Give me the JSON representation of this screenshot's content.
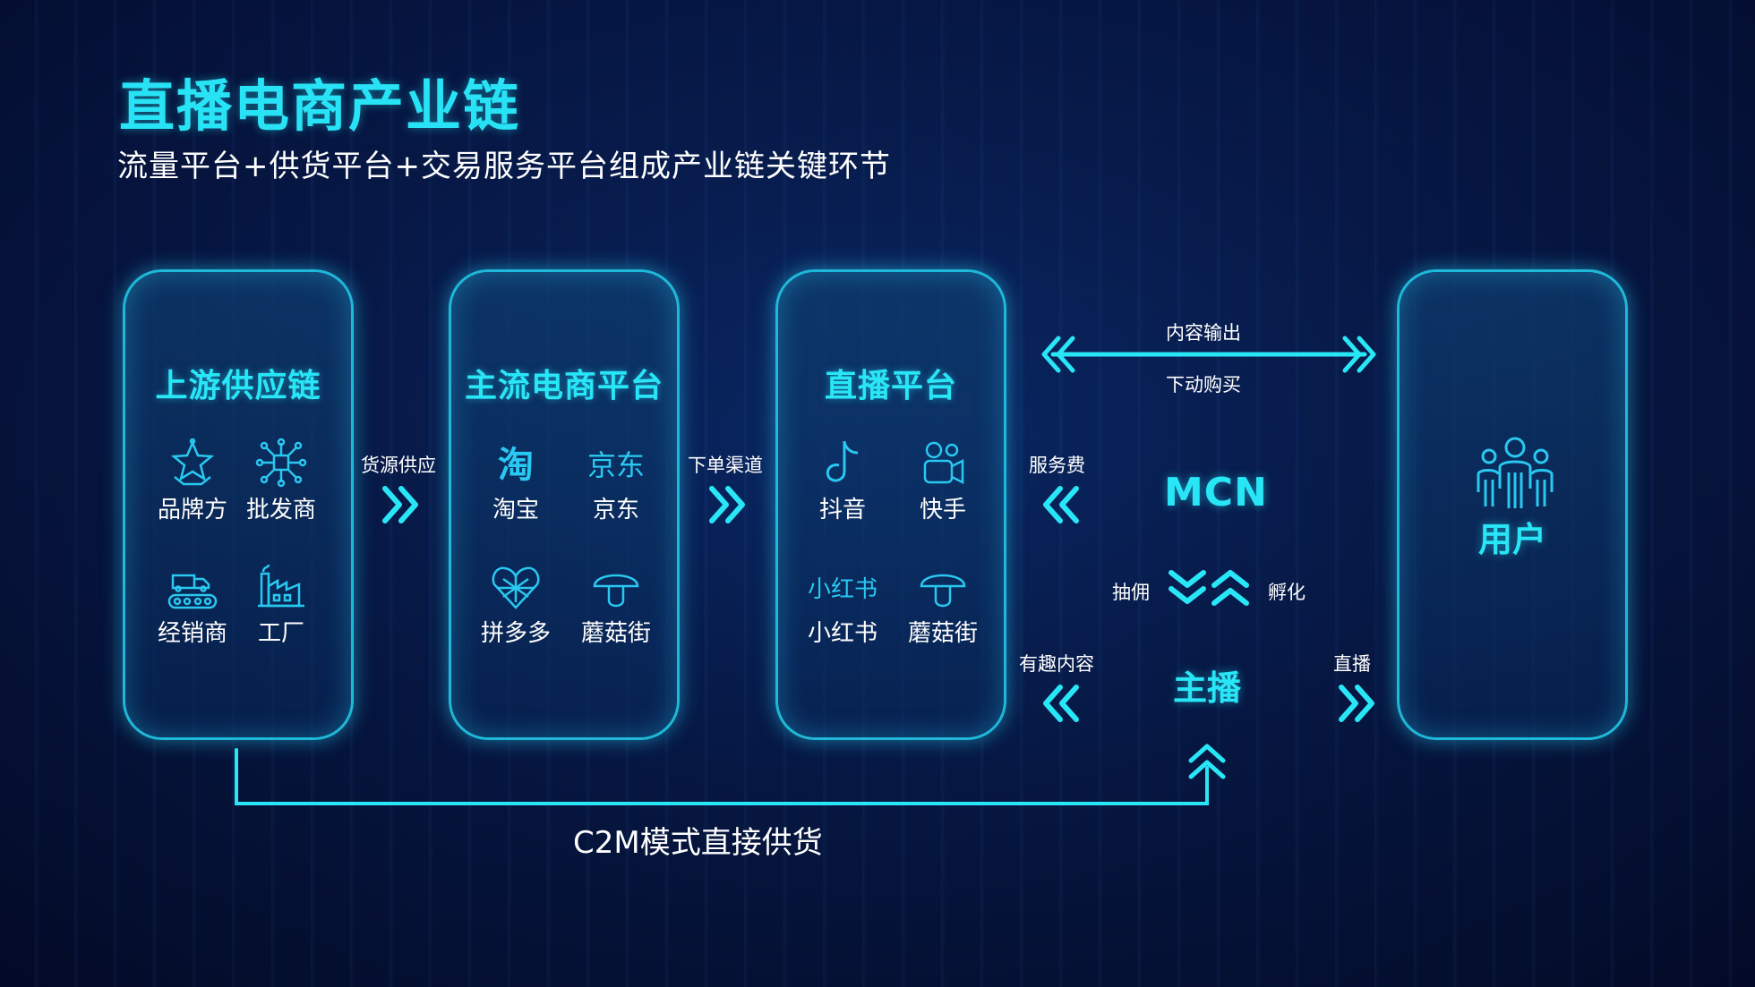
{
  "title": "直播电商产业链",
  "subtitle": "流量平台+供货平台+交易服务平台组成产业链关键环节",
  "colors": {
    "accent": "#29e6f7",
    "background": "#061848",
    "card_border": "#1fb8d8"
  },
  "cards": {
    "upstream": {
      "title": "上游供应链",
      "items": [
        {
          "label": "品牌方",
          "icon": "brand-star-icon"
        },
        {
          "label": "批发商",
          "icon": "wholesale-network-icon"
        },
        {
          "label": "经销商",
          "icon": "truck-conveyor-icon"
        },
        {
          "label": "工厂",
          "icon": "factory-icon"
        }
      ]
    },
    "ecommerce": {
      "title": "主流电商平台",
      "items": [
        {
          "label": "淘宝",
          "icon": "taobao-icon",
          "glyph": "淘"
        },
        {
          "label": "京东",
          "icon": "jd-icon",
          "glyph": "京东"
        },
        {
          "label": "拼多多",
          "icon": "pinduoduo-icon"
        },
        {
          "label": "蘑菇街",
          "icon": "mogujie-icon"
        }
      ]
    },
    "live": {
      "title": "直播平台",
      "items": [
        {
          "label": "抖音",
          "icon": "douyin-icon"
        },
        {
          "label": "快手",
          "icon": "kuaishou-icon"
        },
        {
          "label": "小红书",
          "icon": "xiaohongshu-icon",
          "glyph": "小红书"
        },
        {
          "label": "蘑菇街",
          "icon": "mogujie-icon"
        }
      ]
    },
    "user": {
      "label": "用户",
      "icon": "users-group-icon"
    }
  },
  "flows": {
    "supply": "货源供应",
    "order": "下单渠道",
    "content_out": "内容输出",
    "purchase": "下动购买",
    "service_fee": "服务费",
    "commission": "抽佣",
    "incubate": "孵化",
    "fun_content": "有趣内容",
    "live": "直播",
    "c2m": "C2M模式直接供货"
  },
  "nodes": {
    "mcn": "MCN",
    "anchor": "主播"
  }
}
